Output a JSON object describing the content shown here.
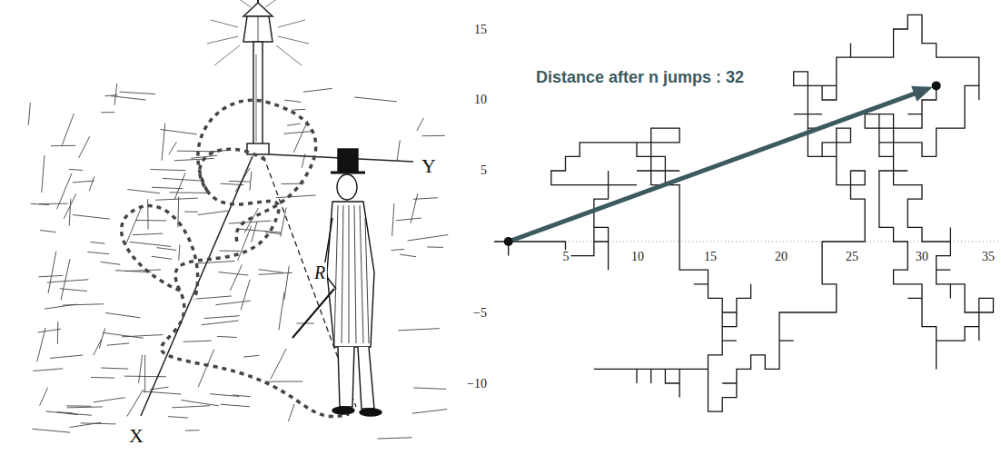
{
  "diagram": {
    "labels": [
      "X",
      "Y",
      "R",
      "Distance after n jumps : 32",
      "15",
      "10",
      "5",
      "−5",
      "−10",
      "5",
      "10",
      "15",
      "20",
      "25",
      "30",
      "35"
    ]
  }
}
